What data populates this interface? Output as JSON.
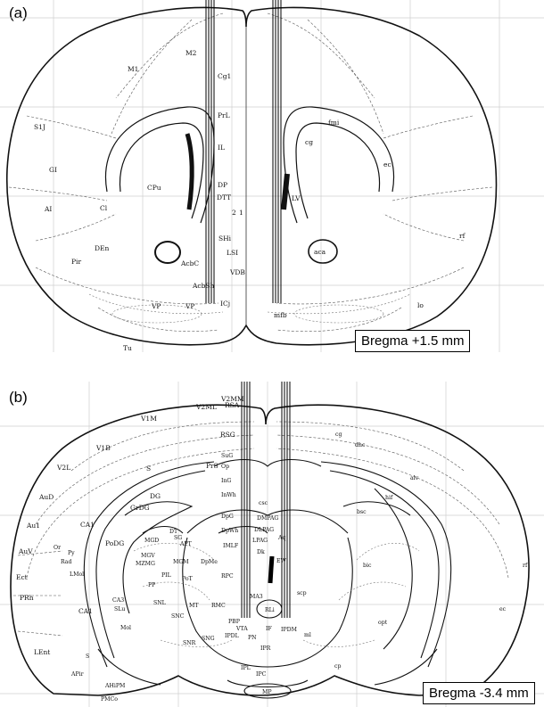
{
  "panel_a": {
    "letter": "(a)",
    "bregma": "Bregma +1.5 mm",
    "labels": {
      "M1": "M1",
      "M2": "M2",
      "Cg1": "Cg1",
      "PrL": "PrL",
      "IL": "IL",
      "DP": "DP",
      "DTT": "DTT",
      "n2": "2",
      "n1": "1",
      "SHi": "SHi",
      "LSI": "LSI",
      "VDB": "VDB",
      "AcbSh": "AcbSh",
      "ICj": "ICj",
      "S1J": "S1J",
      "GI": "GI",
      "AI": "AI",
      "CPu": "CPu",
      "Cl": "Cl",
      "DEn": "DEn",
      "Pir": "Pir",
      "AcbC": "AcbC",
      "VP_l": "VP",
      "VP_r": "VP",
      "Tu": "Tu",
      "fmi": "fmi",
      "cg": "cg",
      "ec": "ec",
      "LV": "LV",
      "aca": "aca",
      "rf": "rf",
      "lo": "lo",
      "mfb": "mfb"
    }
  },
  "panel_b": {
    "letter": "(b)",
    "bregma": "Bregma -3.4 mm",
    "labels": {
      "V1M": "V1M",
      "V2ML": "V2ML",
      "V2MM": "V2MM",
      "RSA": "RSA",
      "RSG": "RSG",
      "V1B": "V1B",
      "V2L": "V2L",
      "AuD": "AuD",
      "Au1": "Au1",
      "AuV": "AuV",
      "Ect": "Ect",
      "PRh": "PRh",
      "LEnt": "LEnt",
      "S_top": "S",
      "PrS": "PrS",
      "DG": "DG",
      "GrDG": "GrDG",
      "CA1": "CA1",
      "PoDG": "PoDG",
      "Or": "Or",
      "Py": "Py",
      "Rad": "Rad",
      "LMol": "LMol",
      "MGD": "MGD",
      "MGV": "MGV",
      "MZMG": "MZMG",
      "MGM": "MGM",
      "DpMe": "DpMe",
      "SuG": "SuG",
      "Op": "Op",
      "InG": "InG",
      "InWh": "InWh",
      "DpG": "DpG",
      "DpWh": "DpWh",
      "csc": "csc",
      "DMPAG": "DMPAG",
      "DLPAG": "DLPAG",
      "LPAG": "LPAG",
      "Aq": "Aq",
      "IMLF": "IMLF",
      "Dk": "Dk",
      "EW": "EW",
      "RPC": "RPC",
      "SNL": "SNL",
      "SNC": "SNC",
      "SNR": "SNR",
      "RMC": "RMC",
      "MA3": "MA3",
      "RLi": "RLi",
      "PBP": "PBP",
      "VTA": "VTA",
      "IF": "IF",
      "IPDM": "IPDM",
      "IPR": "IPR",
      "IPC": "IPC",
      "IPL": "IPL",
      "PN": "PN",
      "MP": "MP",
      "IPDL": "IPDL",
      "SNG": "SNG",
      "MT": "MT",
      "PP": "PP",
      "PIL": "PIL",
      "PoT": "PoT",
      "APT": "APT",
      "SG": "SG",
      "DT": "DT",
      "CA3": "CA3",
      "SLu": "SLu",
      "Mol": "Mol",
      "S_bot": "S",
      "APir": "APir",
      "AHiPM": "AHiPM",
      "PMCo": "PMCo",
      "cg": "cg",
      "dhc": "dhc",
      "alv": "alv",
      "hif": "hif",
      "bsc": "bsc",
      "bic": "bic",
      "scp": "scp",
      "ml": "ml",
      "ec": "ec",
      "opt": "opt",
      "cp": "cp",
      "rf": "rf"
    }
  }
}
